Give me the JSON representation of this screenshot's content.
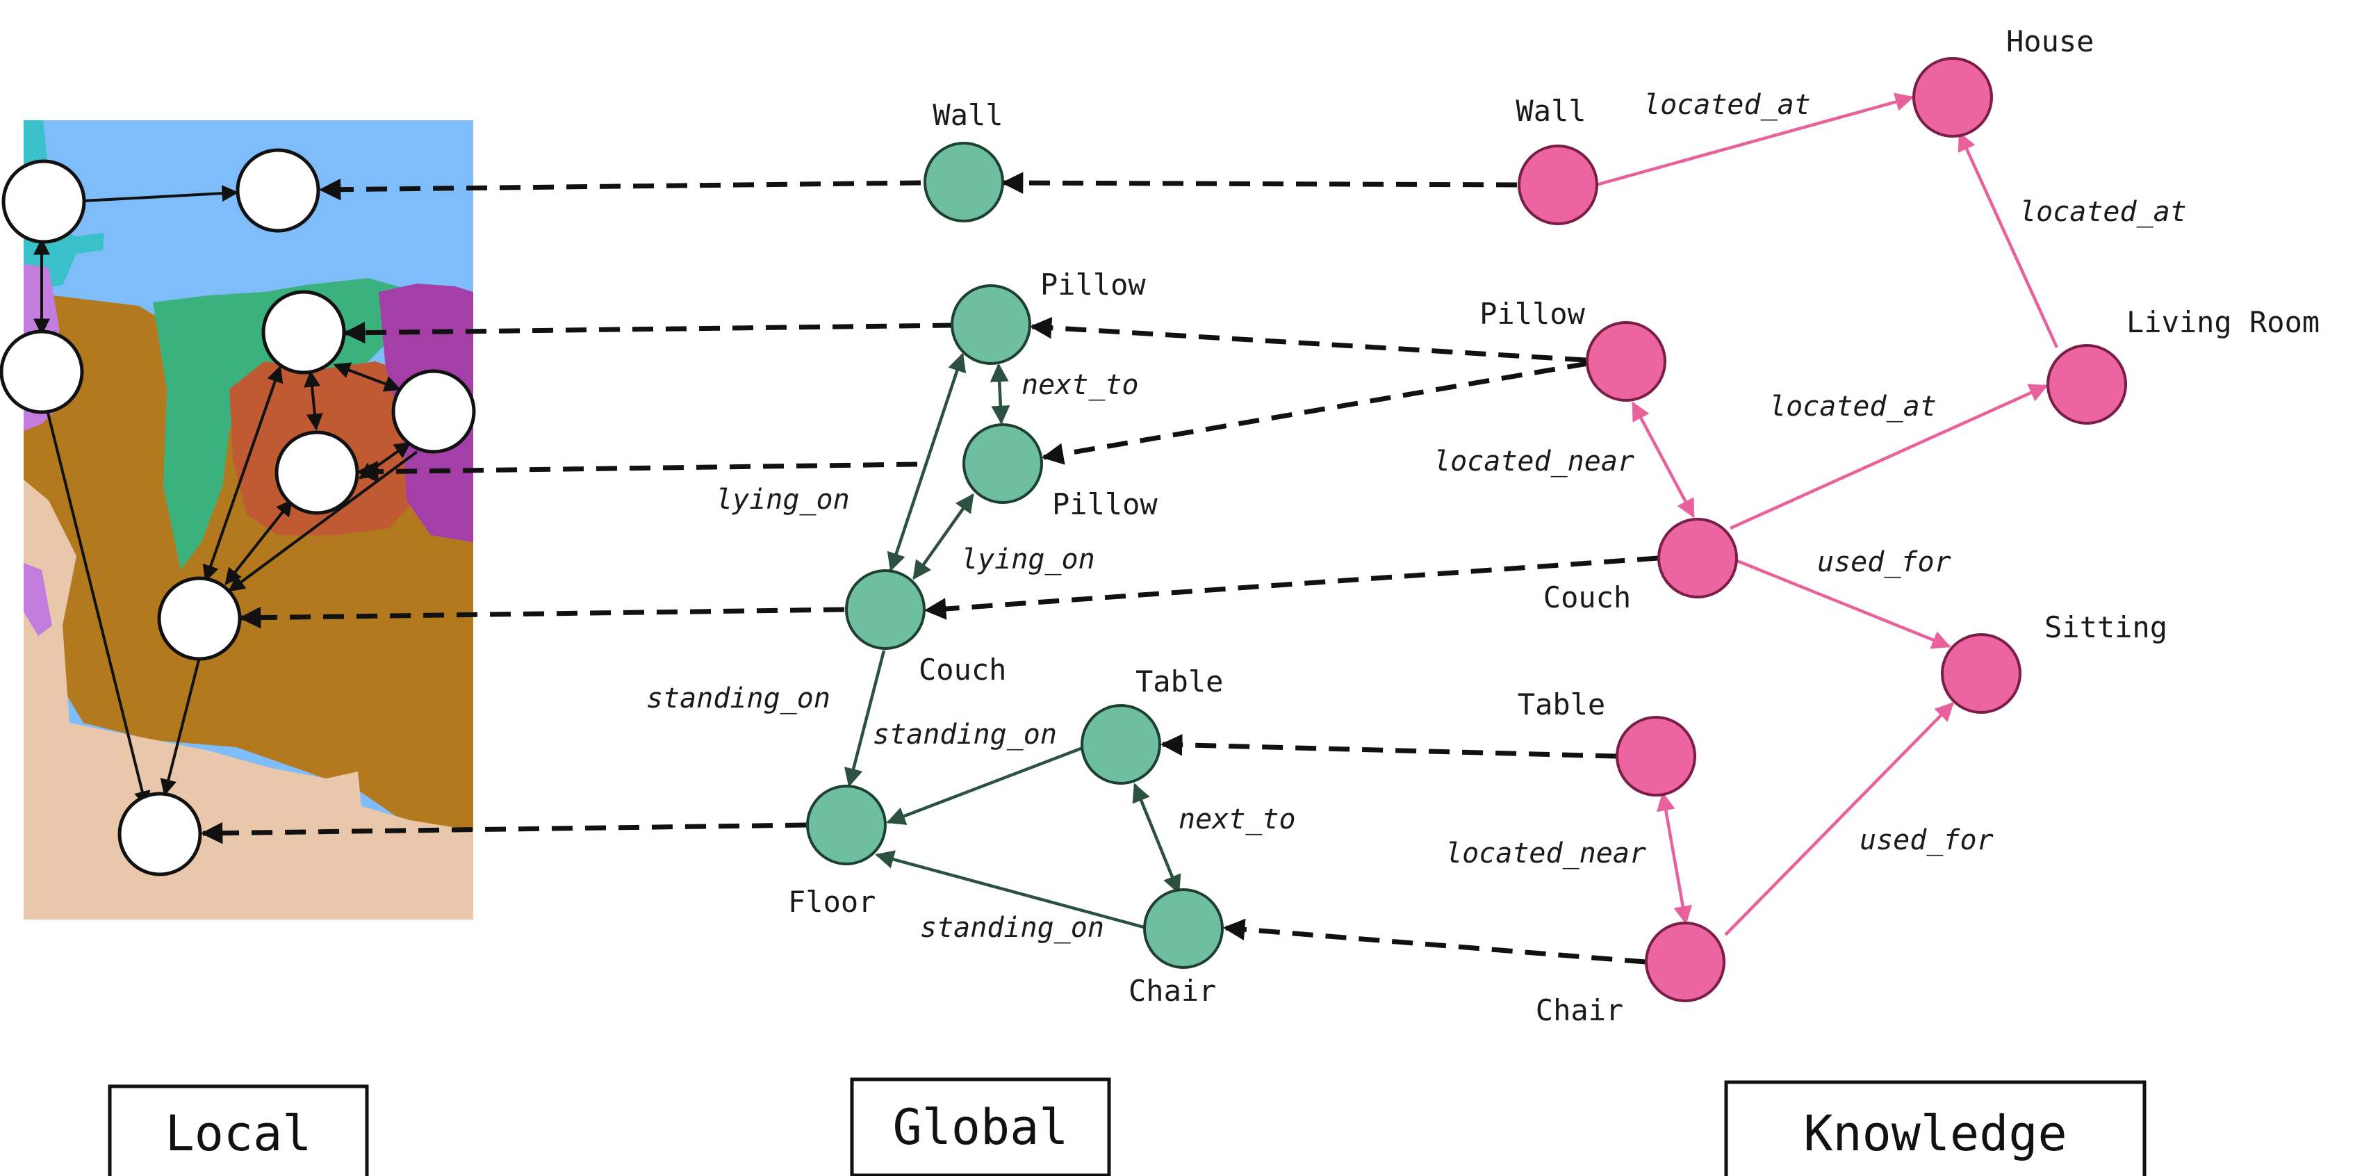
{
  "colors": {
    "local_node_fill": "#ffffff",
    "global_node_fill": "#6dbfa0",
    "global_edge": "#2c5141",
    "knowledge_node_fill": "#ec64a0",
    "knowledge_edge": "#e8609c",
    "dashed_link": "#111111",
    "seg_wall": "#7fbcfa",
    "seg_floor": "#e9c7ab",
    "seg_couch": "#b2791f",
    "seg_pillow_green": "#3bb27e",
    "seg_pillow_red": "#bf5a33",
    "seg_purple": "#a43fa8",
    "seg_cyan": "#3ac0c8",
    "seg_lilac": "#c27ddf"
  },
  "panels": {
    "local": "Local",
    "global": "Global",
    "knowledge": "Knowledge"
  },
  "global_graph": {
    "nodes": {
      "wall": "Wall",
      "pillow_top": "Pillow",
      "pillow_bottom": "Pillow",
      "couch": "Couch",
      "table": "Table",
      "floor": "Floor",
      "chair": "Chair"
    },
    "edges": {
      "pillows_next_to": "next_to",
      "pillow_lying_on_left": "lying_on",
      "pillow_lying_on_right": "lying_on",
      "couch_standing_on": "standing_on",
      "table_standing_on": "standing_on",
      "table_chair_next_to": "next_to",
      "chair_standing_on": "standing_on"
    }
  },
  "knowledge_graph": {
    "nodes": {
      "wall": "Wall",
      "house": "House",
      "pillow": "Pillow",
      "living_room": "Living Room",
      "couch": "Couch",
      "sitting": "Sitting",
      "table": "Table",
      "chair": "Chair"
    },
    "edges": {
      "wall_house": "located_at",
      "living_room_house": "located_at",
      "couch_living_room": "located_at",
      "pillow_couch": "located_near",
      "couch_sitting": "used_for",
      "table_chair": "located_near",
      "chair_sitting": "used_for"
    }
  }
}
